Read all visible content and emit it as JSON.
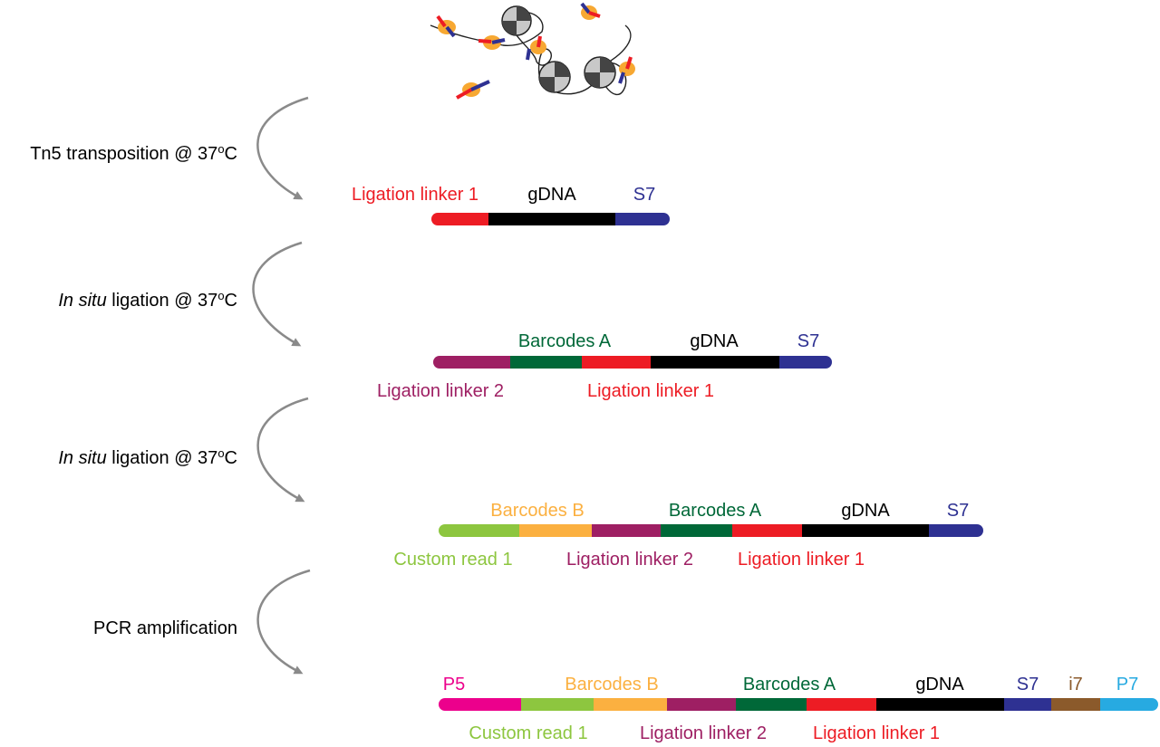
{
  "colors": {
    "ligation_linker_1": "#ED1C24",
    "ligation_linker_2": "#9E1F63",
    "barcodes_a": "#006838",
    "barcodes_b": "#FBB040",
    "custom_read_1": "#8DC63F",
    "gdna": "#000000",
    "s7": "#2E3192",
    "i7": "#8B5A2B",
    "p5": "#EC008C",
    "p7": "#27AAE1",
    "arrow": "#8A8A8A",
    "tn5": "#F7A832"
  },
  "steps": [
    {
      "label": "Tn5 transposition @ 37",
      "degree": "o",
      "suffix": "C"
    },
    {
      "label_italic": "In situ",
      "label": " ligation @ 37",
      "degree": "o",
      "suffix": "C"
    },
    {
      "label_italic": "In situ",
      "label": " ligation @ 37",
      "degree": "o",
      "suffix": "C"
    },
    {
      "label": "PCR amplification"
    }
  ],
  "constructs": [
    {
      "segments": [
        "ligation_linker_1",
        "gdna",
        "s7"
      ],
      "labels": [
        {
          "text": "Ligation linker 1",
          "color": "ligation_linker_1"
        },
        {
          "text": "gDNA",
          "color": "gdna"
        },
        {
          "text": "S7",
          "color": "s7"
        }
      ]
    },
    {
      "segments": [
        "ligation_linker_2",
        "barcodes_a",
        "ligation_linker_1",
        "gdna",
        "s7"
      ],
      "labels": [
        {
          "text": "Barcodes A",
          "color": "barcodes_a"
        },
        {
          "text": "gDNA",
          "color": "gdna"
        },
        {
          "text": "S7",
          "color": "s7"
        },
        {
          "text": "Ligation linker 2",
          "color": "ligation_linker_2"
        },
        {
          "text": "Ligation linker 1",
          "color": "ligation_linker_1"
        }
      ]
    },
    {
      "segments": [
        "custom_read_1",
        "barcodes_b",
        "ligation_linker_2",
        "barcodes_a",
        "ligation_linker_1",
        "gdna",
        "s7"
      ],
      "labels": [
        {
          "text": "Barcodes B",
          "color": "barcodes_b"
        },
        {
          "text": "Barcodes A",
          "color": "barcodes_a"
        },
        {
          "text": "gDNA",
          "color": "gdna"
        },
        {
          "text": "S7",
          "color": "s7"
        },
        {
          "text": "Custom read 1",
          "color": "custom_read_1"
        },
        {
          "text": "Ligation linker 2",
          "color": "ligation_linker_2"
        },
        {
          "text": "Ligation linker 1",
          "color": "ligation_linker_1"
        }
      ]
    },
    {
      "segments": [
        "p5",
        "custom_read_1",
        "barcodes_b",
        "ligation_linker_2",
        "barcodes_a",
        "ligation_linker_1",
        "gdna",
        "s7",
        "i7",
        "p7"
      ],
      "labels": [
        {
          "text": "P5",
          "color": "p5"
        },
        {
          "text": "Barcodes B",
          "color": "barcodes_b"
        },
        {
          "text": "Barcodes A",
          "color": "barcodes_a"
        },
        {
          "text": "gDNA",
          "color": "gdna"
        },
        {
          "text": "S7",
          "color": "s7"
        },
        {
          "text": "i7",
          "color": "i7"
        },
        {
          "text": "P7",
          "color": "p7"
        },
        {
          "text": "Custom read 1",
          "color": "custom_read_1"
        },
        {
          "text": "Ligation linker 2",
          "color": "ligation_linker_2"
        },
        {
          "text": "Ligation linker 1",
          "color": "ligation_linker_1"
        }
      ]
    }
  ]
}
